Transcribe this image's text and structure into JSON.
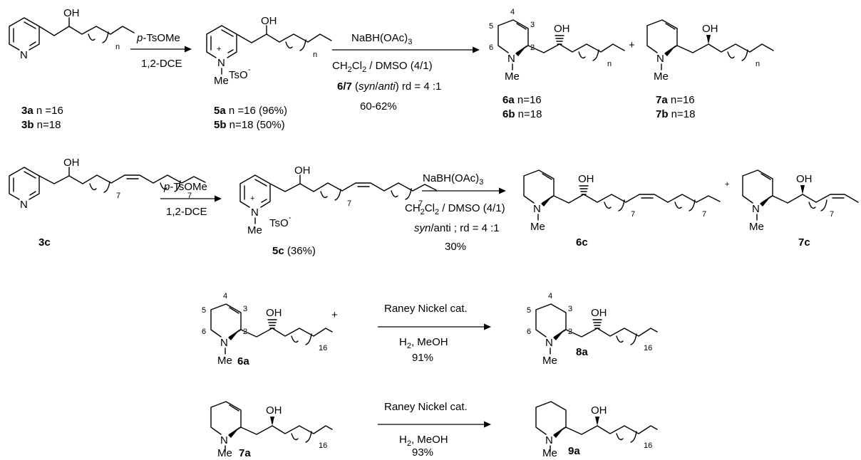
{
  "atoms": {
    "N": "N",
    "OH": "OH",
    "Me": "Me",
    "Nplus": "+",
    "tso": "TsO",
    "minus": "-",
    "plus": "+"
  },
  "sub": {
    "n": "n",
    "seven": "7",
    "sixteen": "16"
  },
  "ring_numbers": [
    "2",
    "3",
    "4",
    "5",
    "6"
  ],
  "row1": {
    "arrow1": {
      "reagent_it": "p",
      "reagent_rest": "-TsOMe",
      "solvent": "1,2-DCE"
    },
    "arrow2": {
      "reagent": "NaBH(OAc)",
      "reagent_sub": "3",
      "solvent_a": "CH",
      "solvent_sub": "2",
      "solvent_b": "Cl",
      "solvent_sub2": "2",
      "solvent_c": " / DMSO (4/1)",
      "rd_bold": "6/7",
      "rd_paren_open": " (",
      "rd_syn": "syn",
      "rd_slash": "/",
      "rd_anti": "anti",
      "rd_rest": ") rd = 4 :1",
      "yield": "60-62%"
    },
    "labels_3": [
      {
        "id": "3a",
        "text": " n =16"
      },
      {
        "id": "3b",
        "text": " n=18"
      }
    ],
    "labels_5": [
      {
        "id": "5a",
        "text": " n =16 (96%)"
      },
      {
        "id": "5b",
        "text": " n=18 (50%)"
      }
    ],
    "labels_6": [
      {
        "id": "6a",
        "text": " n=16"
      },
      {
        "id": "6b",
        "text": " n=18"
      }
    ],
    "labels_7": [
      {
        "id": "7a",
        "text": " n=16"
      },
      {
        "id": "7b",
        "text": " n=18"
      }
    ]
  },
  "row2": {
    "arrow1": {
      "reagent_it": "p",
      "reagent_rest": "-TsOMe",
      "solvent": "1,2-DCE"
    },
    "arrow2": {
      "reagent": "NaBH(OAc)",
      "reagent_sub": "3",
      "solvent_a": "CH",
      "solvent_sub": "2",
      "solvent_b": "Cl",
      "solvent_sub2": "2",
      "solvent_c": " / DMSO (4/1)",
      "rd_syn": "syn",
      "rd_rest": "/anti ; rd = 4 :1",
      "yield": "30%"
    },
    "label_3c": "3c",
    "label_5c": "5c",
    "yield_5c": " (36%)",
    "label_6c": "6c",
    "label_7c": "7c"
  },
  "row3": {
    "reagent": "Raney Nickel cat.",
    "cond_a": "H",
    "cond_sub": "2",
    "cond_b": ", MeOH",
    "yield": "91%",
    "label_6a": "6a",
    "label_8a": "8a"
  },
  "row4": {
    "reagent": "Raney Nickel cat.",
    "cond_a": "H",
    "cond_sub": "2",
    "cond_b": ", MeOH",
    "yield": "93%",
    "label_7a": "7a",
    "label_9a": "9a"
  }
}
